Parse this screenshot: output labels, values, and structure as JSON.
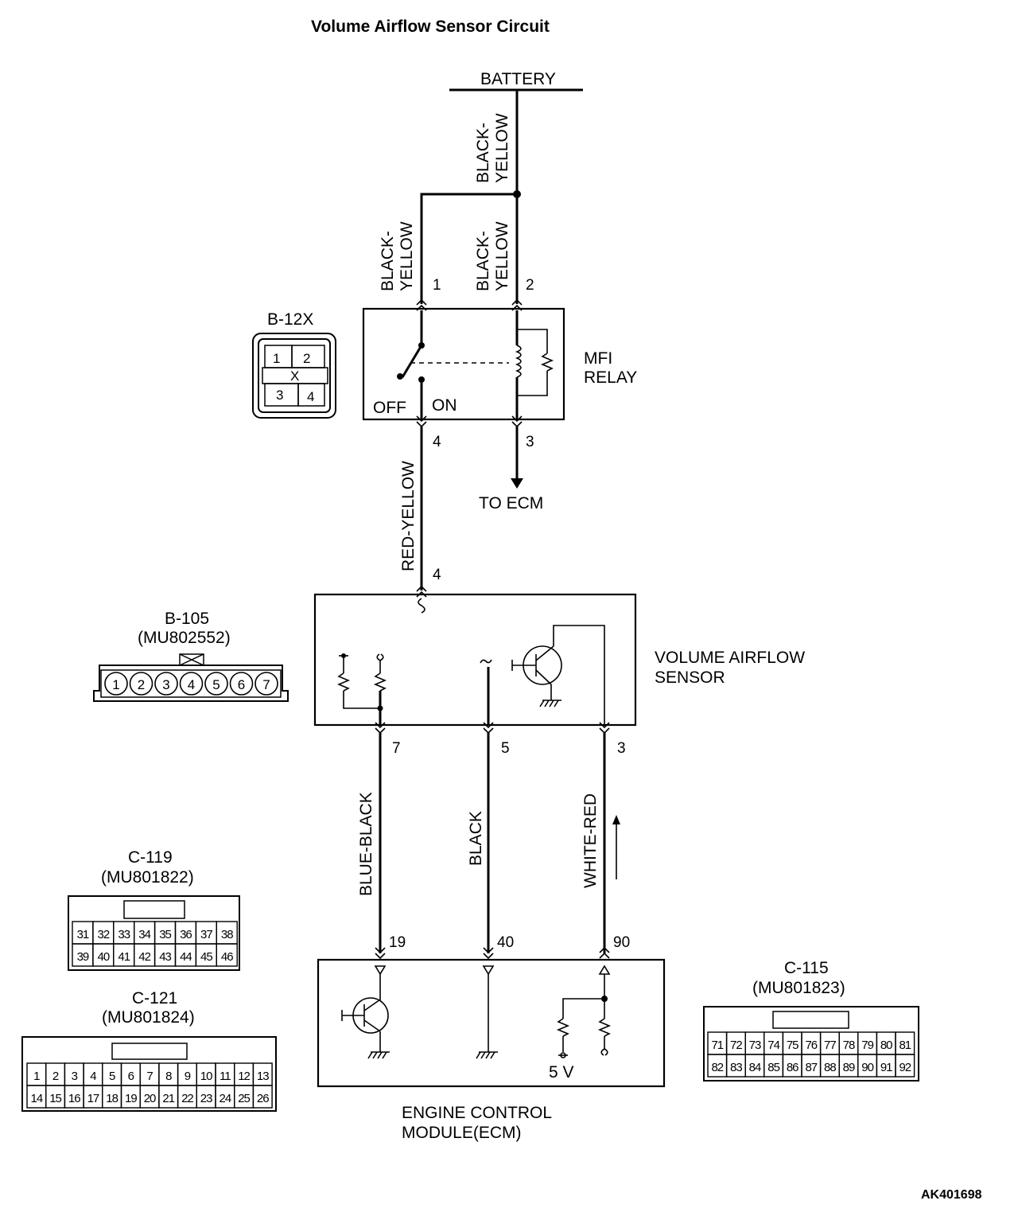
{
  "title": "Volume Airflow Sensor Circuit",
  "battery": "BATTERY",
  "wires": {
    "battery_feed": [
      "BLACK-",
      "YELLOW"
    ],
    "relay_pin1": [
      "BLACK-",
      "YELLOW"
    ],
    "relay_pin2": [
      "BLACK-",
      "YELLOW"
    ],
    "relay_to_sensor": "RED-YELLOW",
    "sensor_pin7": "BLUE-BLACK",
    "sensor_pin5": "BLACK",
    "sensor_pin3": "WHITE-RED"
  },
  "relay": {
    "name": [
      "MFI",
      "RELAY"
    ],
    "off": "OFF",
    "on": "ON",
    "to_ecm": "TO ECM",
    "pins": {
      "p1": "1",
      "p2": "2",
      "p3": "3",
      "p4": "4"
    }
  },
  "sensor": {
    "name": [
      "VOLUME AIRFLOW",
      "SENSOR"
    ],
    "pins": {
      "p4": "4",
      "p7": "7",
      "p5": "5",
      "p3": "3"
    }
  },
  "ecm": {
    "name": [
      "ENGINE CONTROL",
      "MODULE(ECM)"
    ],
    "supply": "5 V",
    "pins": {
      "p19": "19",
      "p40": "40",
      "p90": "90"
    }
  },
  "connectors": {
    "b12x": {
      "label": "B-12X",
      "cells": [
        "1",
        "2",
        "3",
        "4"
      ],
      "mark": "X"
    },
    "b105": {
      "label": "B-105",
      "part": "(MU802552)",
      "cells": [
        "1",
        "2",
        "3",
        "4",
        "5",
        "6",
        "7"
      ]
    },
    "c119": {
      "label": "C-119",
      "part": "(MU801822)",
      "row1": [
        "31",
        "32",
        "33",
        "34",
        "35",
        "36",
        "37",
        "38"
      ],
      "row2": [
        "39",
        "40",
        "41",
        "42",
        "43",
        "44",
        "45",
        "46"
      ]
    },
    "c121": {
      "label": "C-121",
      "part": "(MU801824)",
      "row1": [
        "1",
        "2",
        "3",
        "4",
        "5",
        "6",
        "7",
        "8",
        "9",
        "10",
        "11",
        "12",
        "13"
      ],
      "row2": [
        "14",
        "15",
        "16",
        "17",
        "18",
        "19",
        "20",
        "21",
        "22",
        "23",
        "24",
        "25",
        "26"
      ]
    },
    "c115": {
      "label": "C-115",
      "part": "(MU801823)",
      "row1": [
        "71",
        "72",
        "73",
        "74",
        "75",
        "76",
        "77",
        "78",
        "79",
        "80",
        "81"
      ],
      "row2": [
        "82",
        "83",
        "84",
        "85",
        "86",
        "87",
        "88",
        "89",
        "90",
        "91",
        "92"
      ]
    }
  },
  "figure_code": "AK401698"
}
